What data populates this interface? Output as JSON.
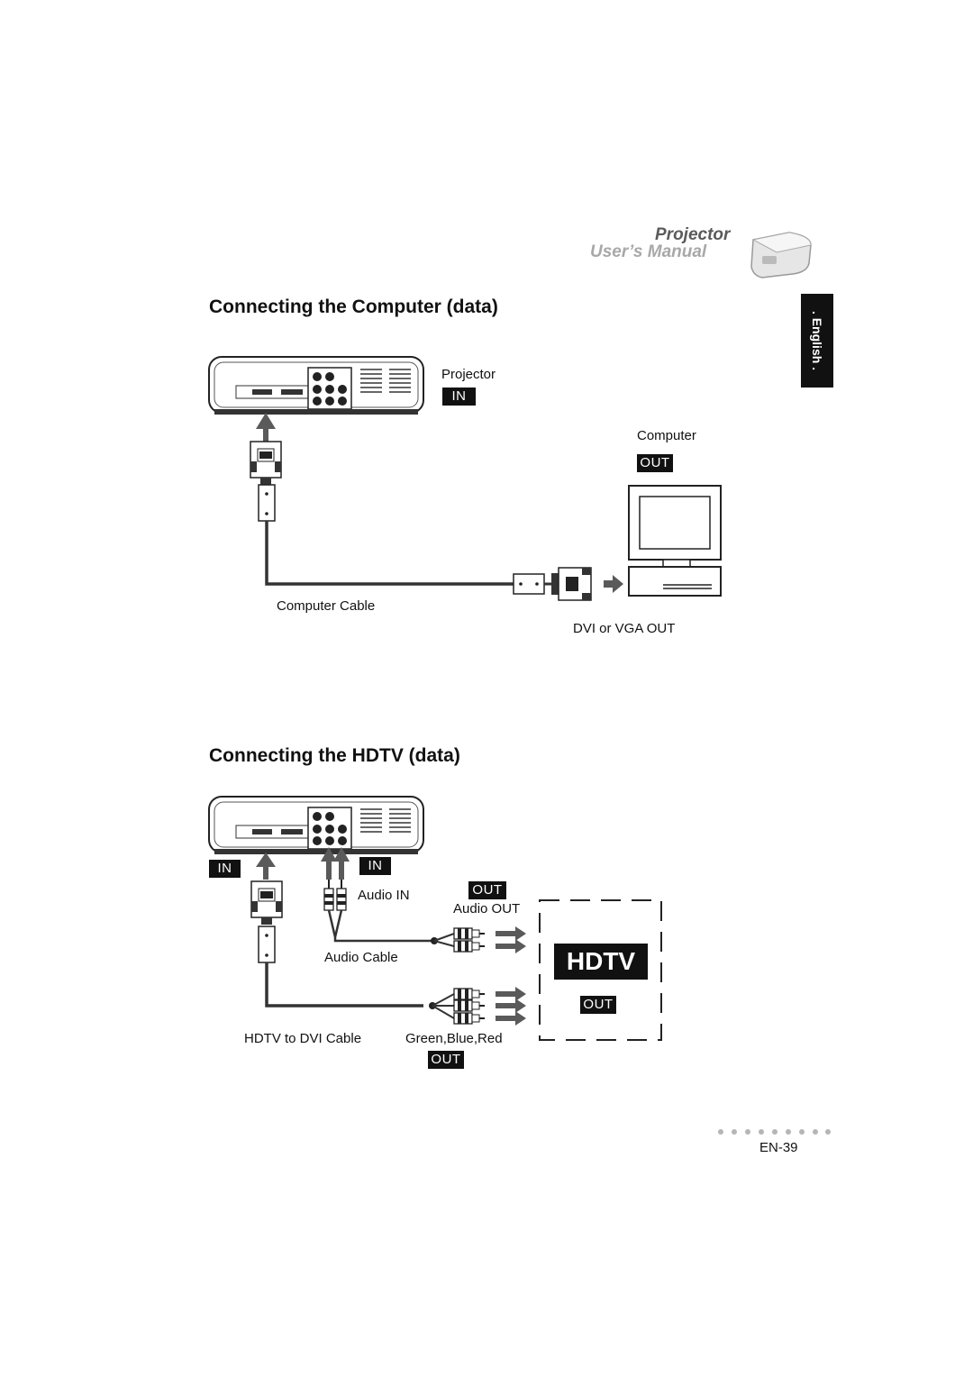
{
  "header": {
    "brand_line1": "Projector",
    "brand_line2": "User’s Manual",
    "language_tab": ". English ."
  },
  "section_computer": {
    "title": "Connecting the Computer (data)",
    "projector_label": "Projector",
    "projector_tag": "IN",
    "computer_label": "Computer",
    "computer_tag": "OUT",
    "cable_label": "Computer Cable",
    "port_label": "DVI or VGA OUT"
  },
  "section_hdtv": {
    "title": "Connecting the HDTV (data)",
    "in_tag_left": "IN",
    "in_tag_audio": "IN",
    "audio_in_label": "Audio IN",
    "audio_out_tag": "OUT",
    "audio_out_label": "Audio OUT",
    "audio_cable_label": "Audio Cable",
    "hdtv_label": "HDTV",
    "hdtv_out_tag": "OUT",
    "dvi_cable_label": "HDTV to DVI Cable",
    "component_label": "Green,Blue,Red",
    "component_out_tag": "OUT"
  },
  "footer": {
    "page_number": "EN-39"
  },
  "colors": {
    "ink": "#111111",
    "arrow_gray": "#5a5a5a"
  }
}
